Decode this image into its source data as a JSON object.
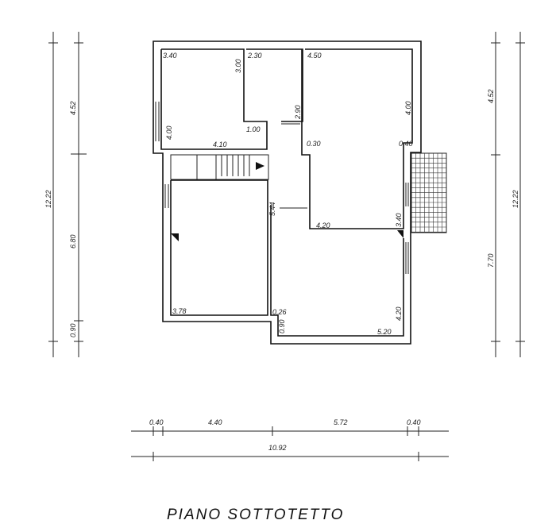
{
  "title": "PIANO SOTTOTETTO",
  "room_dimensions": {
    "top_left_width": "3.40",
    "top_left_height": "4.00",
    "top_left_bottom": "4.10",
    "top_left_inner": "3.00",
    "small_width": "2.30",
    "small_height": "2.90",
    "small_bottom": "1.00",
    "top_right_width": "4.50",
    "top_right_height": "4.00",
    "top_right_left_offset": "0.30",
    "top_right_right_offset": "0.40",
    "top_right_bottom": "4.20",
    "top_right_side": "3.40",
    "lower_left_height": "5.44",
    "lower_left_width": "3.78",
    "lower_right_offset": "0.26",
    "lower_right_step": "0.90",
    "lower_right_height": "4.20",
    "lower_right_width": "5.20"
  },
  "bottom_dimensions": {
    "segments": [
      "0.40",
      "4.40",
      "5.72",
      "0.40"
    ],
    "total": "10.92"
  },
  "left_dimensions": {
    "total": "12.22",
    "segments": [
      "4.52",
      "6.80",
      "0.90"
    ]
  },
  "right_dimensions": {
    "segments": [
      "4.52",
      "7.70"
    ],
    "total": "12.22"
  }
}
